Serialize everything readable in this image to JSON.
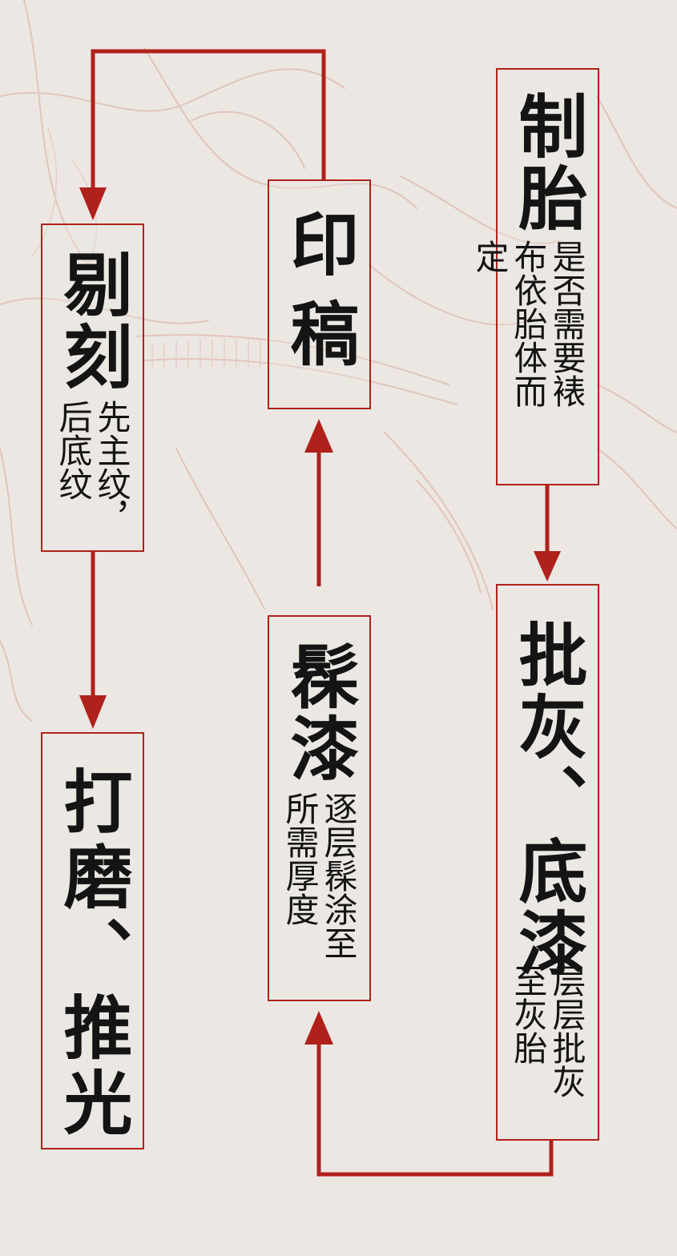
{
  "colors": {
    "accent": "#b0211b",
    "text": "#141414",
    "background": "#ece7e3"
  },
  "steps": {
    "zhitai": {
      "title": "制胎",
      "note": "是否需要裱布依胎体而定"
    },
    "pihui": {
      "title": "批灰、底漆",
      "note": "层层批灰至灰胎"
    },
    "xiuqi": {
      "title": "髹漆",
      "note": "逐层髹涂至所需厚度"
    },
    "yingao": {
      "title": "印稿"
    },
    "tike": {
      "title": "剔刻",
      "note": "先主纹，后底纹"
    },
    "damo": {
      "title": "打磨、推光"
    }
  }
}
